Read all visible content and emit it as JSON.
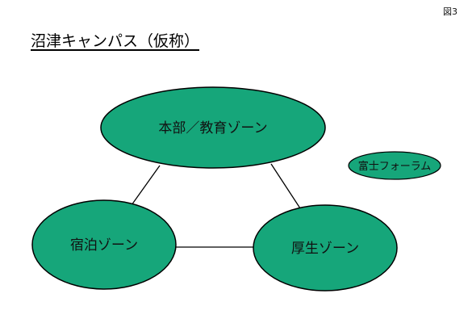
{
  "figure_label": "図3",
  "title": "沼津キャンパス（仮称）",
  "colors": {
    "zone_fill": "#16a67a",
    "outline": "#000000",
    "background": "#ffffff"
  },
  "nodes": {
    "honbu": {
      "label": "本部／教育ゾーン"
    },
    "shukuhaku": {
      "label": "宿泊ゾーン"
    },
    "kousei": {
      "label": "厚生ゾーン"
    },
    "fuji": {
      "label": "富士フォーラム"
    }
  },
  "connections": [
    {
      "from": "本部／教育ゾーン",
      "to": "宿泊ゾーン"
    },
    {
      "from": "本部／教育ゾーン",
      "to": "厚生ゾーン"
    },
    {
      "from": "宿泊ゾーン",
      "to": "厚生ゾーン"
    }
  ]
}
